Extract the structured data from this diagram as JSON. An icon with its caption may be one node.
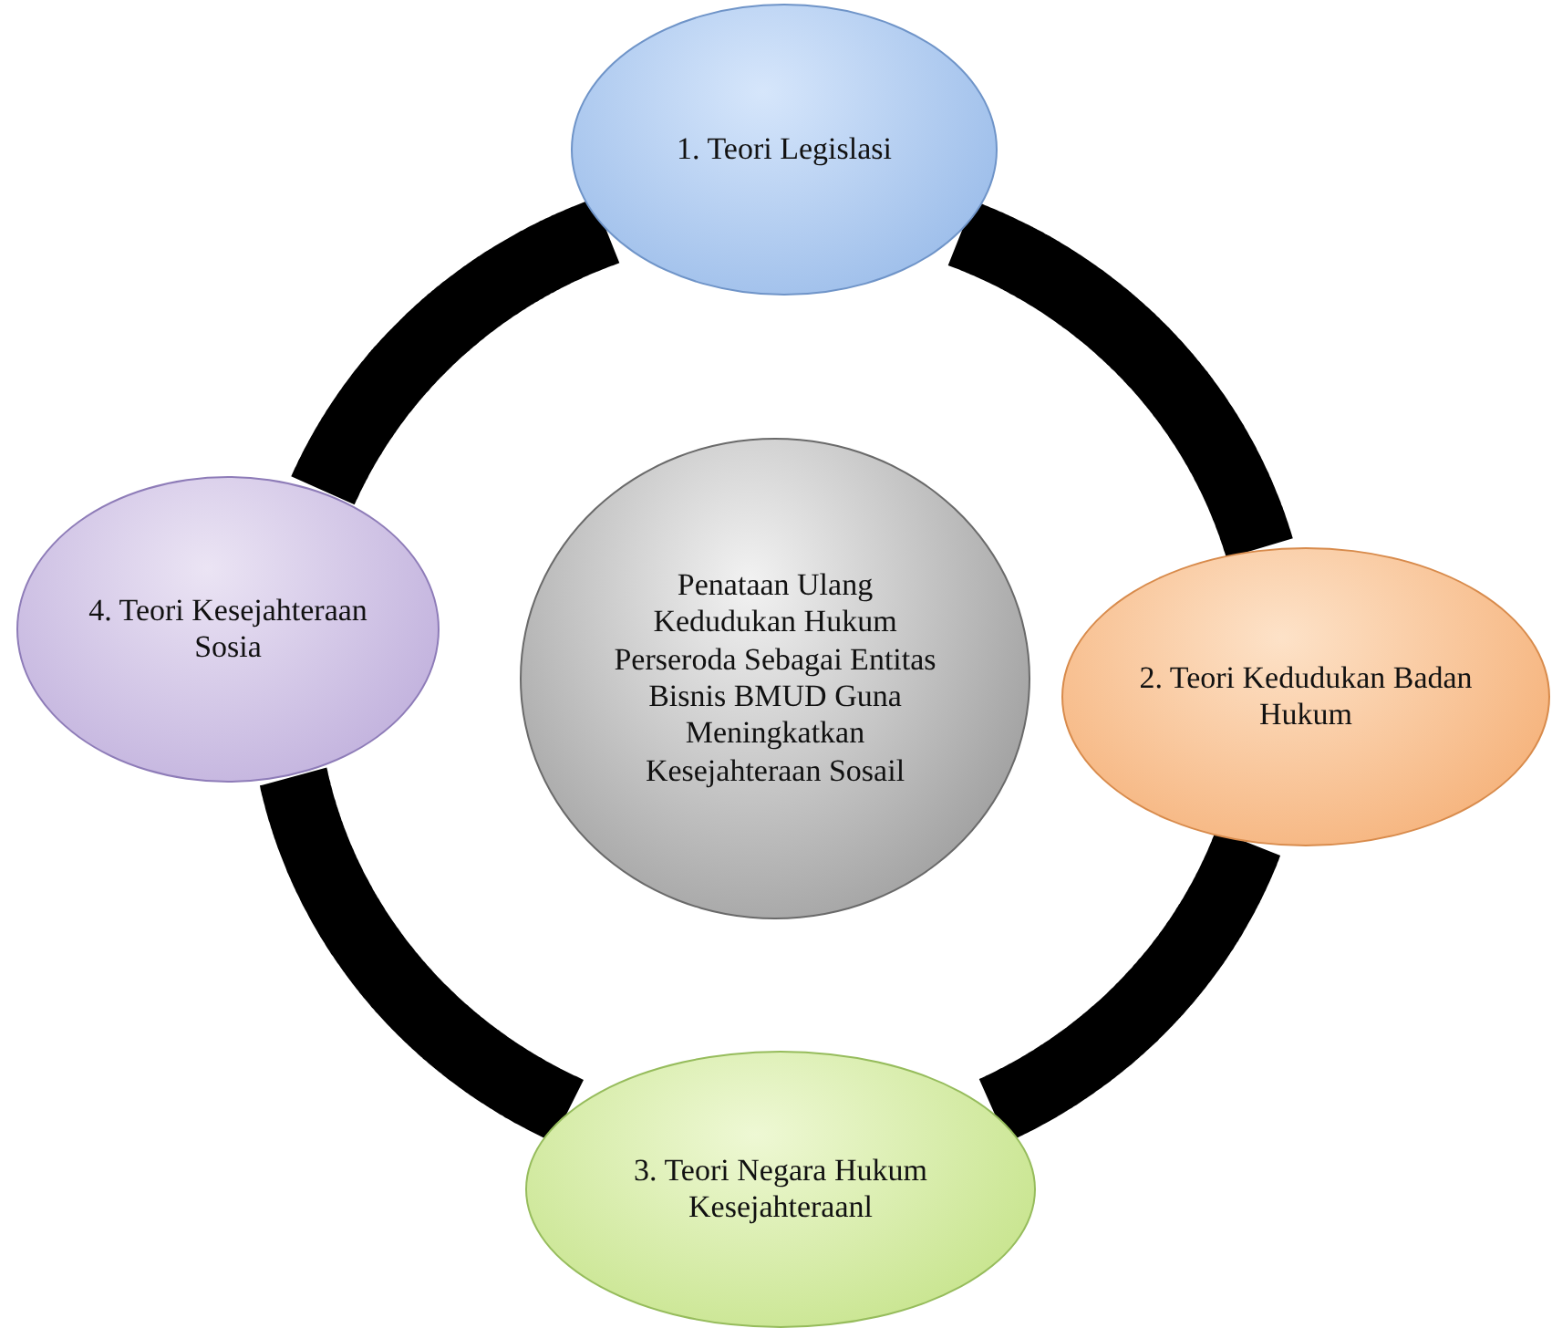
{
  "diagram": {
    "nodes": [
      {
        "text": [
          "1. Teori Legislasi"
        ]
      },
      {
        "text": [
          "2. Teori Kedudukan Badan Hukum"
        ]
      },
      {
        "text": [
          "3. Teori Negara Hukum Kesejahteraanl"
        ]
      },
      {
        "text": [
          "4. Teori Kesejahteraan Sosia"
        ]
      },
      {
        "text": [
          "Penataan Ulang Kedudukan Hukum Perseroda Sebagai Entitas Bisnis BMUD Guna Meningkatkan Kesejahteraan Sosail"
        ]
      }
    ],
    "edges": [
      {
        "from": 0,
        "to": 1,
        "arrow": "none"
      },
      {
        "from": 1,
        "to": 2,
        "arrow": "none"
      },
      {
        "from": 2,
        "to": 3,
        "arrow": "none"
      },
      {
        "from": 3,
        "to": 0,
        "arrow": "none"
      }
    ]
  }
}
